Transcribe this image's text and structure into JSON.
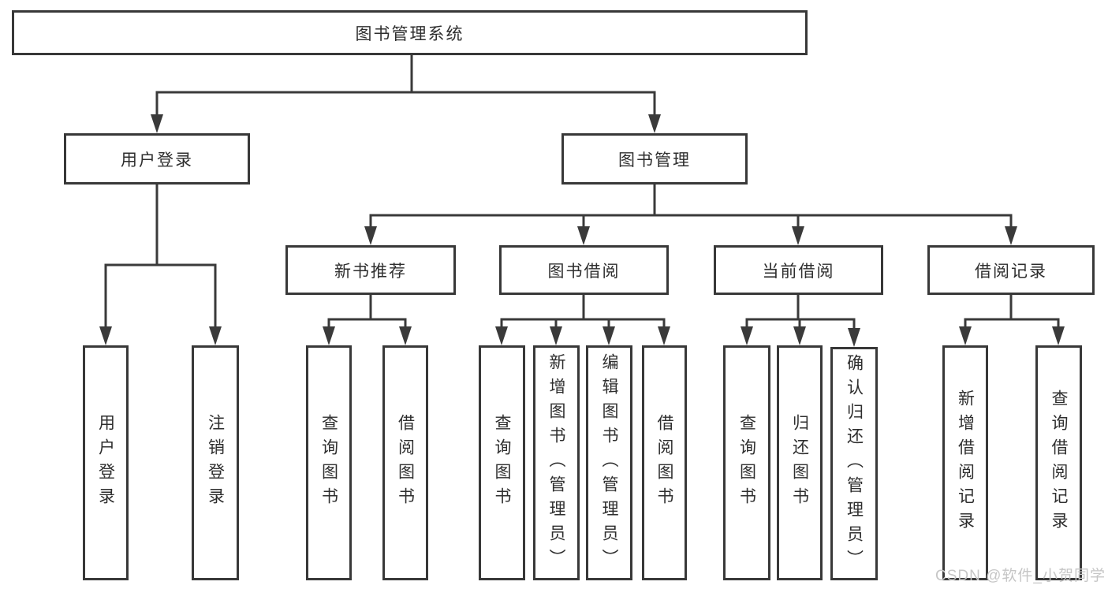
{
  "colors": {
    "line": "#3a3a3a",
    "box-border": "#383838",
    "text": "#2e2e2e",
    "watermark": "#c6c6c6",
    "background": "#ffffff"
  },
  "watermark": {
    "text": "CSDN @软件_小贺同学"
  },
  "tree": {
    "label": "图书管理系统",
    "children": [
      {
        "label": "用户登录",
        "children": [
          {
            "label": "用户登录"
          },
          {
            "label": "注销登录"
          }
        ]
      },
      {
        "label": "图书管理",
        "children": [
          {
            "label": "新书推荐",
            "children": [
              {
                "label": "查询图书"
              },
              {
                "label": "借阅图书"
              }
            ]
          },
          {
            "label": "图书借阅",
            "children": [
              {
                "label": "查询图书"
              },
              {
                "label": "新增图书（管理员）"
              },
              {
                "label": "编辑图书（管理员）"
              },
              {
                "label": "借阅图书"
              }
            ]
          },
          {
            "label": "当前借阅",
            "children": [
              {
                "label": "查询图书"
              },
              {
                "label": "归还图书"
              },
              {
                "label": "确认归还（管理员）"
              }
            ]
          },
          {
            "label": "借阅记录",
            "children": [
              {
                "label": "新增借阅记录"
              },
              {
                "label": "查询借阅记录"
              }
            ]
          }
        ]
      }
    ]
  }
}
